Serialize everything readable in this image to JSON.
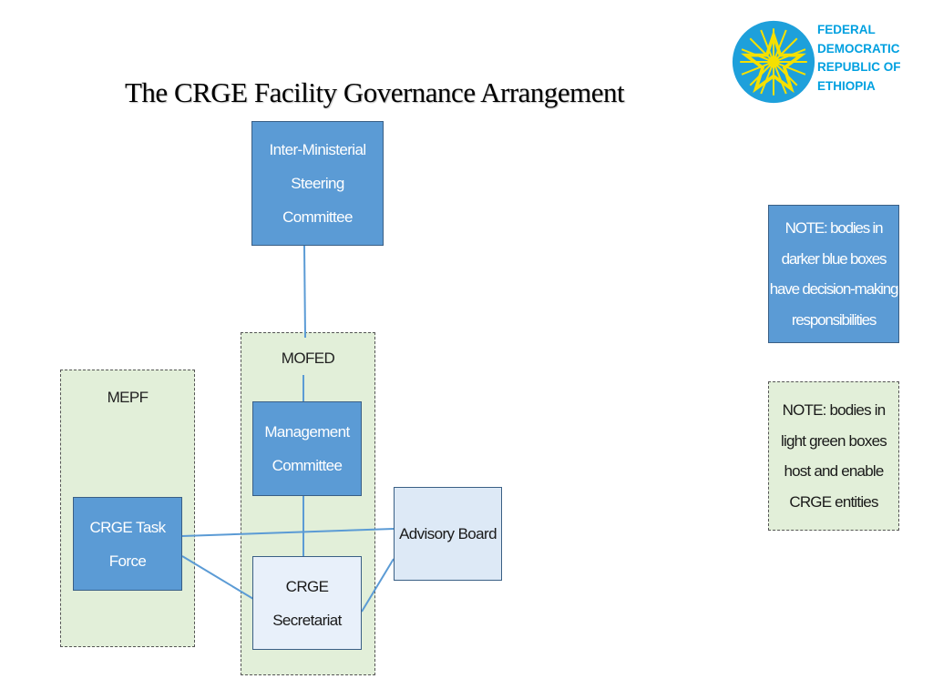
{
  "header": {
    "title": "The CRGE Facility  Governance Arrangement"
  },
  "logo": {
    "emblem_icon": "ethiopian-star-emblem",
    "emblem_colors": {
      "disc": "#1ea0db",
      "star": "#f5e000"
    },
    "country_lines": [
      "FEDERAL",
      "DEMOCRATIC",
      "REPUBLIC OF",
      "ETHIOPIA"
    ]
  },
  "diagram": {
    "hosts": {
      "mofed": {
        "label": "MOFED"
      },
      "mepf": {
        "label": "MEPF"
      }
    },
    "nodes": {
      "steering": {
        "lines": [
          "Inter-Ministerial",
          "Steering",
          "Committee"
        ]
      },
      "management": {
        "lines": [
          "Management",
          "Committee"
        ]
      },
      "task_force": {
        "lines": [
          "CRGE Task",
          "Force"
        ]
      },
      "secretariat": {
        "lines": [
          "CRGE",
          "Secretariat"
        ]
      },
      "advisory": {
        "lines": [
          "Advisory Board"
        ]
      }
    }
  },
  "notes": {
    "decision": {
      "lines": [
        "NOTE: bodies in",
        "darker blue boxes",
        "have decision-making",
        "responsibilities"
      ]
    },
    "host": {
      "lines": [
        "NOTE: bodies in",
        "light green boxes",
        "host and enable",
        "CRGE entities"
      ]
    }
  },
  "colors": {
    "decision_box": "#5b9bd5",
    "advisory_box": "#dde9f6",
    "host_box": "#e2efd9",
    "connector": "#5b9bd5",
    "country_text": "#00a0e0"
  }
}
